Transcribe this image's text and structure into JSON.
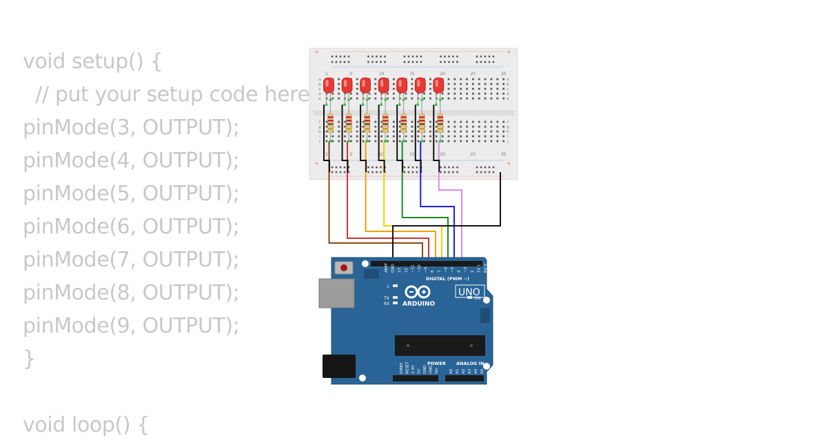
{
  "code": {
    "lines": [
      "void setup() {",
      "  // put your setup code here",
      "pinMode(3, OUTPUT);",
      "pinMode(4, OUTPUT);",
      "pinMode(5, OUTPUT);",
      "pinMode(6, OUTPUT);",
      "pinMode(7, OUTPUT);",
      "pinMode(8, OUTPUT);",
      "pinMode(9, OUTPUT);",
      "}",
      "",
      "void loop() {"
    ]
  },
  "breadboard": {
    "column_numbers": [
      "1",
      "5",
      "10",
      "15",
      "20",
      "25",
      "30"
    ],
    "row_letters_top": [
      "a",
      "b",
      "c",
      "d",
      "e"
    ],
    "row_letters_bottom": [
      "f",
      "g",
      "h",
      "i",
      "j"
    ],
    "led_count": 7,
    "led_color": "#e53935"
  },
  "arduino": {
    "brand": "ARDUINO",
    "model": "UNO",
    "digital_label": "DIGITAL (PWM ~)",
    "power_label": "POWER",
    "analog_label": "ANALOG IN",
    "on_label": "ON",
    "tx_label": "TX",
    "rx_label": "RX",
    "l_label": "L",
    "digital_pins": [
      "AREF",
      "GND",
      "13",
      "12",
      "~11",
      "~10",
      "~9",
      "8",
      "7",
      "~6",
      "~5",
      "4",
      "~3",
      "2",
      "TX 1",
      "RX 0"
    ],
    "power_pins": [
      "IOREF",
      "RESET",
      "3.3V",
      "5V",
      "GND",
      "GND",
      "Vin"
    ],
    "analog_pins": [
      "A0",
      "A1",
      "A2",
      "A3",
      "A4",
      "A5"
    ],
    "board_color": "#2a6496"
  },
  "wires": {
    "colors": [
      "#8b4513",
      "#d32f2f",
      "#f0a000",
      "#f5d000",
      "#1b8a1b",
      "#1a1aff",
      "#dd88ee"
    ],
    "ground_color": "#111111"
  }
}
